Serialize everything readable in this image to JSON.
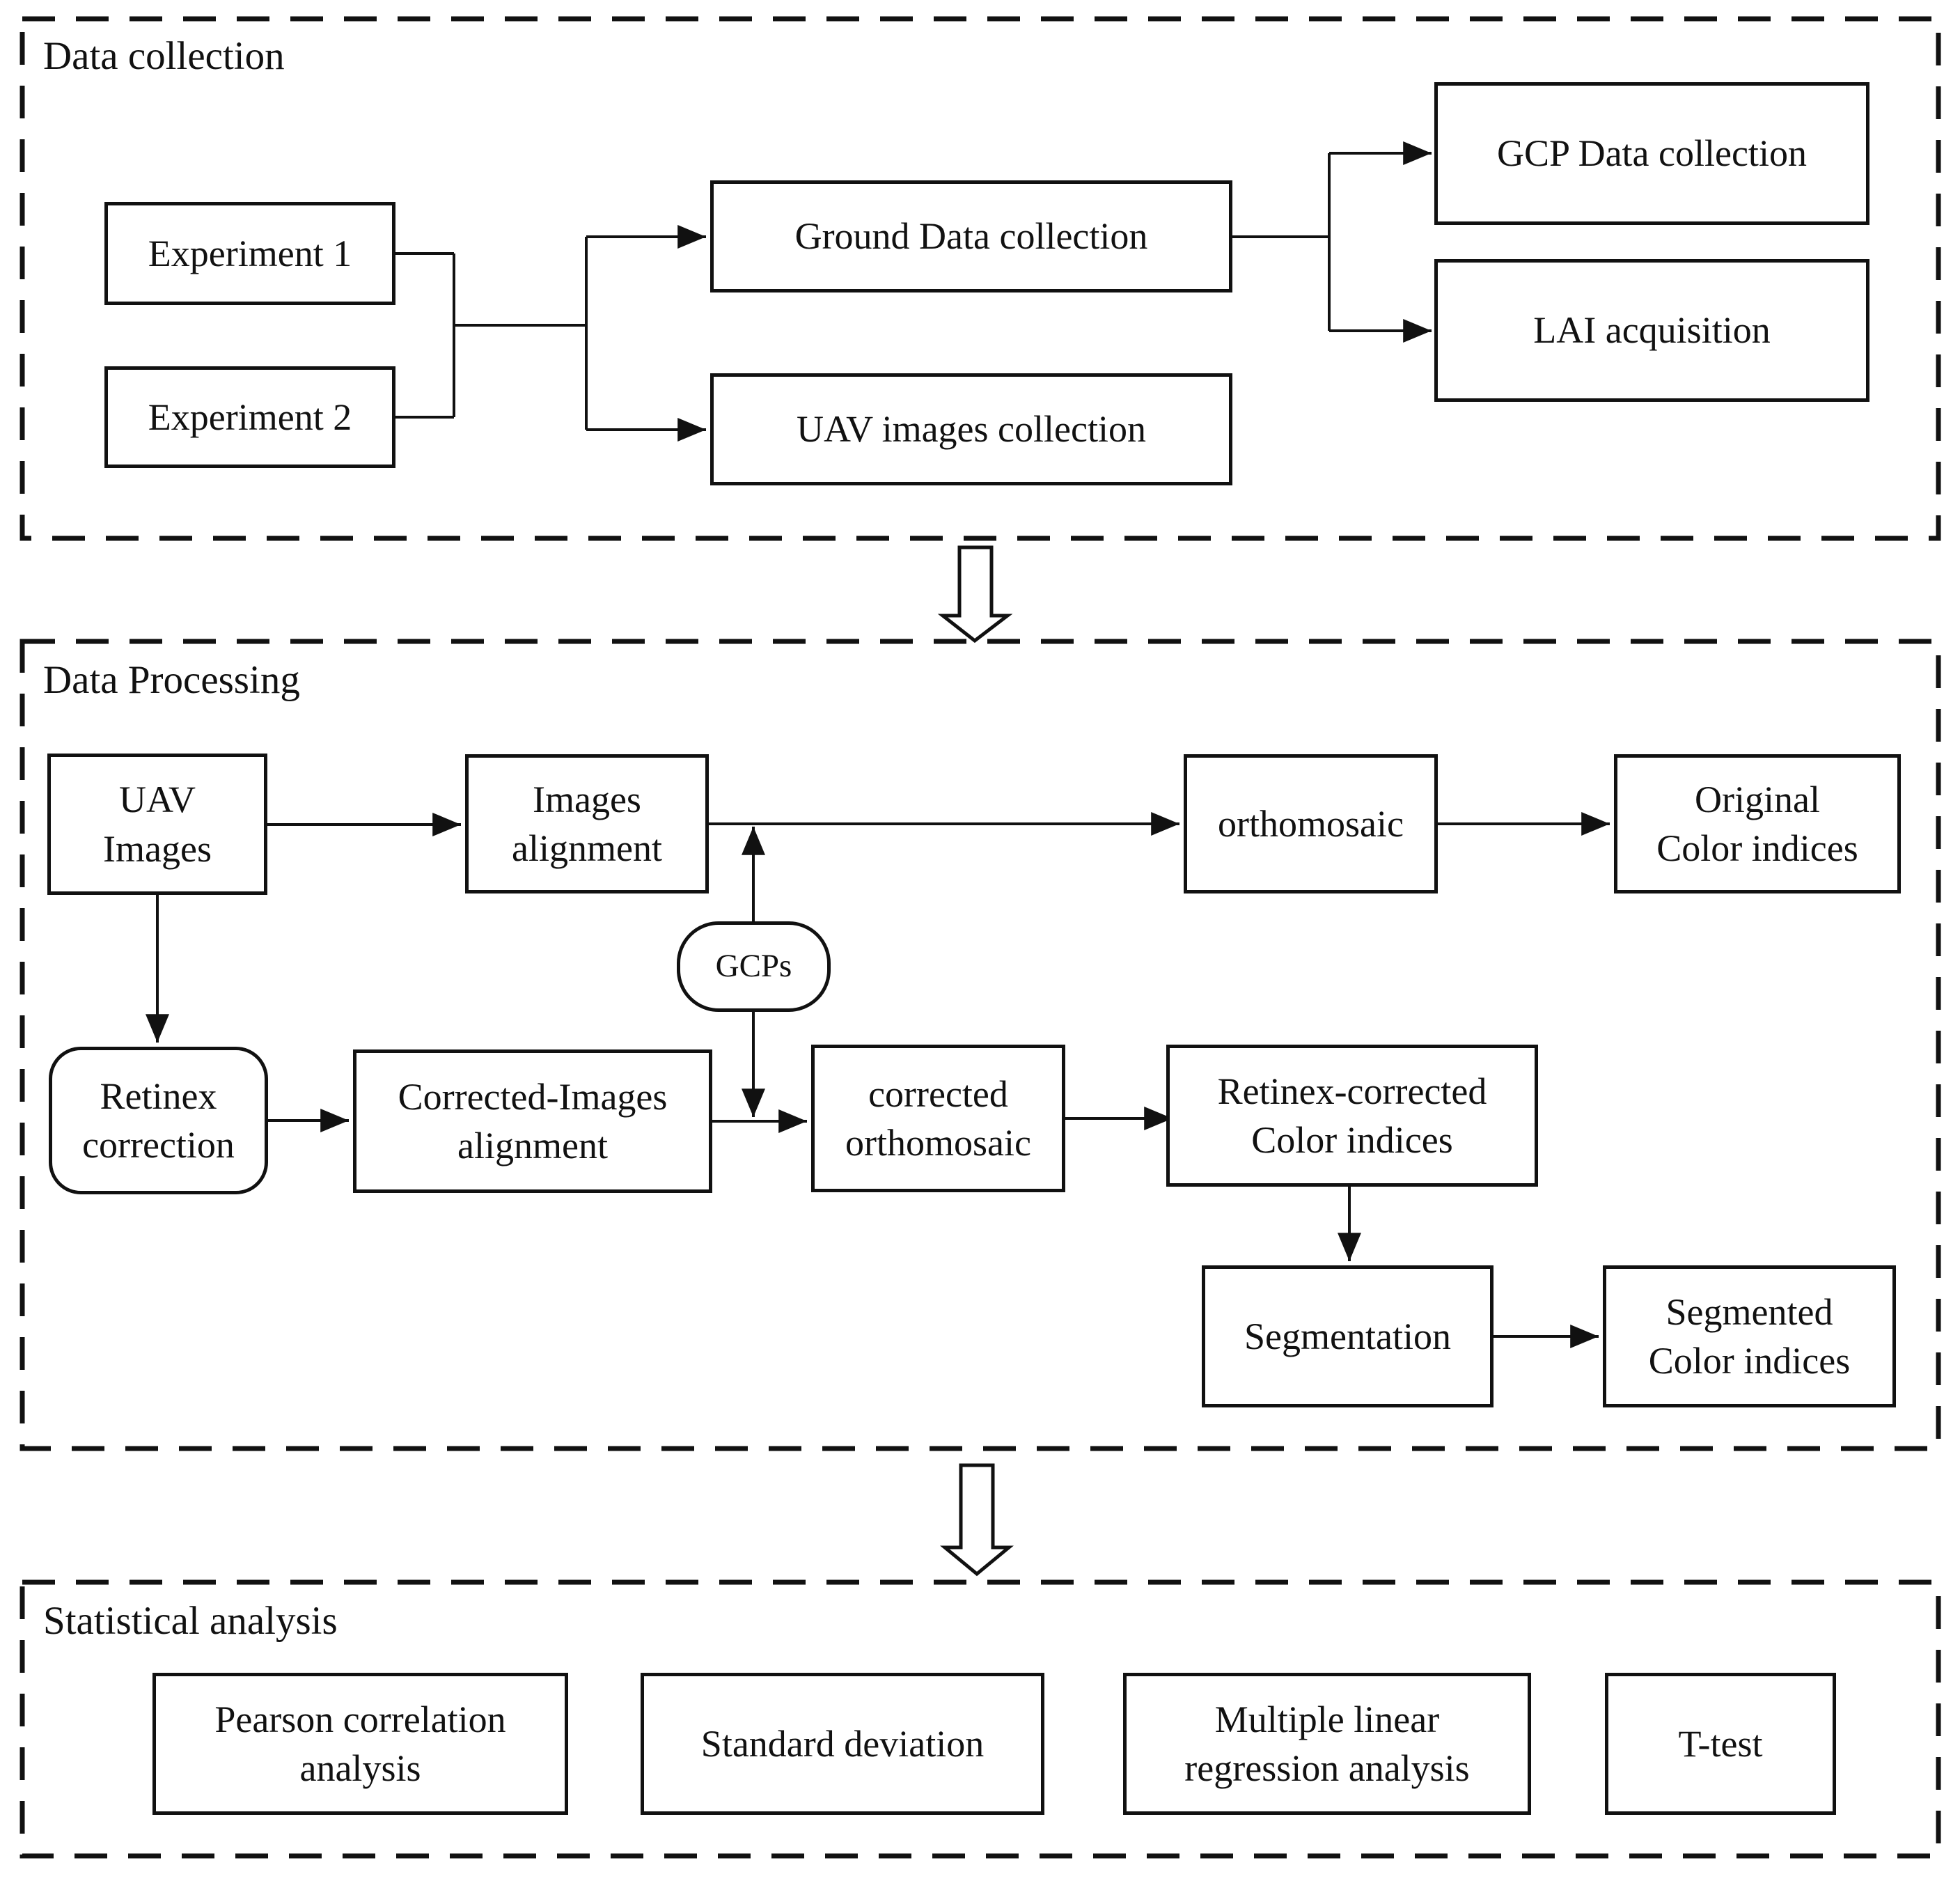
{
  "colors": {
    "ink": "#111111",
    "background": "#ffffff"
  },
  "sections": {
    "collection": {
      "title": "Data collection"
    },
    "processing": {
      "title": "Data Processing"
    },
    "statistics": {
      "title": "Statistical analysis"
    }
  },
  "boxes": {
    "experiment1": "Experiment 1",
    "experiment2": "Experiment 2",
    "ground_data_collection": "Ground Data collection",
    "uav_images_collection": "UAV images  collection",
    "gcp_data_collection": "GCP Data  collection",
    "lai_acquisition": "LAI acquisition",
    "uav_images": "UAV\nImages",
    "images_alignment": "Images\nalignment",
    "orthomosaic": "orthomosaic",
    "original_color_indices": "Original\nColor indices",
    "gcps": "GCPs",
    "retinex_correction": "Retinex\ncorrection",
    "corrected_images_alignment": "Corrected-Images\nalignment",
    "corrected_orthomosaic": "corrected\northomosaic",
    "retinex_corrected_color_indices": "Retinex-corrected\nColor indices",
    "segmentation": "Segmentation",
    "segmented_color_indices": "Segmented\nColor indices",
    "pearson_correlation": "Pearson correlation\nanalysis",
    "standard_deviation": "Standard deviation",
    "multiple_linear_regression": "Multiple linear\nregression analysis",
    "t_test": "T-test"
  },
  "connections": [
    {
      "from": "experiment1",
      "to": "ground_data_collection"
    },
    {
      "from": "experiment1",
      "to": "uav_images_collection"
    },
    {
      "from": "experiment2",
      "to": "ground_data_collection"
    },
    {
      "from": "experiment2",
      "to": "uav_images_collection"
    },
    {
      "from": "ground_data_collection",
      "to": "gcp_data_collection"
    },
    {
      "from": "ground_data_collection",
      "to": "lai_acquisition"
    },
    {
      "from": "uav_images",
      "to": "images_alignment"
    },
    {
      "from": "images_alignment",
      "to": "orthomosaic"
    },
    {
      "from": "orthomosaic",
      "to": "original_color_indices"
    },
    {
      "from": "uav_images",
      "to": "retinex_correction"
    },
    {
      "from": "gcps",
      "to": "images_alignment"
    },
    {
      "from": "gcps",
      "to": "corrected_orthomosaic"
    },
    {
      "from": "retinex_correction",
      "to": "corrected_images_alignment"
    },
    {
      "from": "corrected_images_alignment",
      "to": "corrected_orthomosaic"
    },
    {
      "from": "corrected_orthomosaic",
      "to": "retinex_corrected_color_indices"
    },
    {
      "from": "retinex_corrected_color_indices",
      "to": "segmentation"
    },
    {
      "from": "segmentation",
      "to": "segmented_color_indices"
    },
    {
      "from": "section_collection",
      "to": "section_processing"
    },
    {
      "from": "section_processing",
      "to": "section_statistics"
    }
  ]
}
